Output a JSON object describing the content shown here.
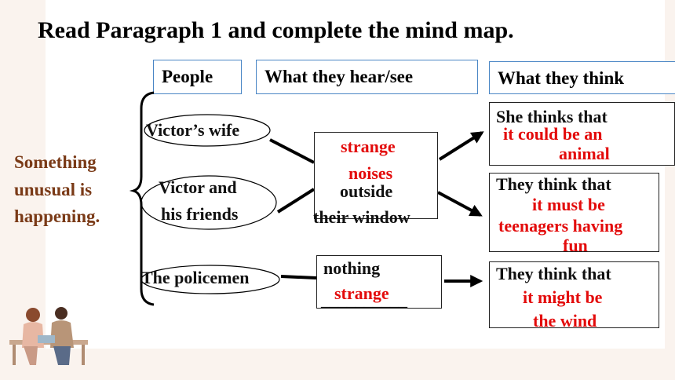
{
  "title": "Read Paragraph 1 and complete the  mind map.",
  "headers": {
    "people": "People",
    "hear_see": "What they hear/see",
    "think": "What they think"
  },
  "root_label": [
    "Something",
    "unusual is",
    "happening."
  ],
  "people": {
    "wife": "Victor’s wife",
    "friends": [
      "Victor and",
      "his friends"
    ],
    "police": "The policemen"
  },
  "hear_see": {
    "answer1": [
      "strange",
      "noises"
    ],
    "text1": [
      "outside",
      "their window"
    ],
    "text2": "nothing",
    "blank": "__________",
    "answer2": "strange"
  },
  "think": {
    "wife_prompt": "She thinks that",
    "wife_answer": [
      "it could be an",
      "animal"
    ],
    "friends_prompt": "They think that",
    "friends_answer": [
      "it must be",
      "teenagers having",
      "fun"
    ],
    "police_prompt": "They think that",
    "police_answer": [
      "it might be",
      "the wind"
    ]
  },
  "colors": {
    "answer": "#e30b0b",
    "root": "#7a3a17",
    "header_border": "#4a86c5"
  }
}
